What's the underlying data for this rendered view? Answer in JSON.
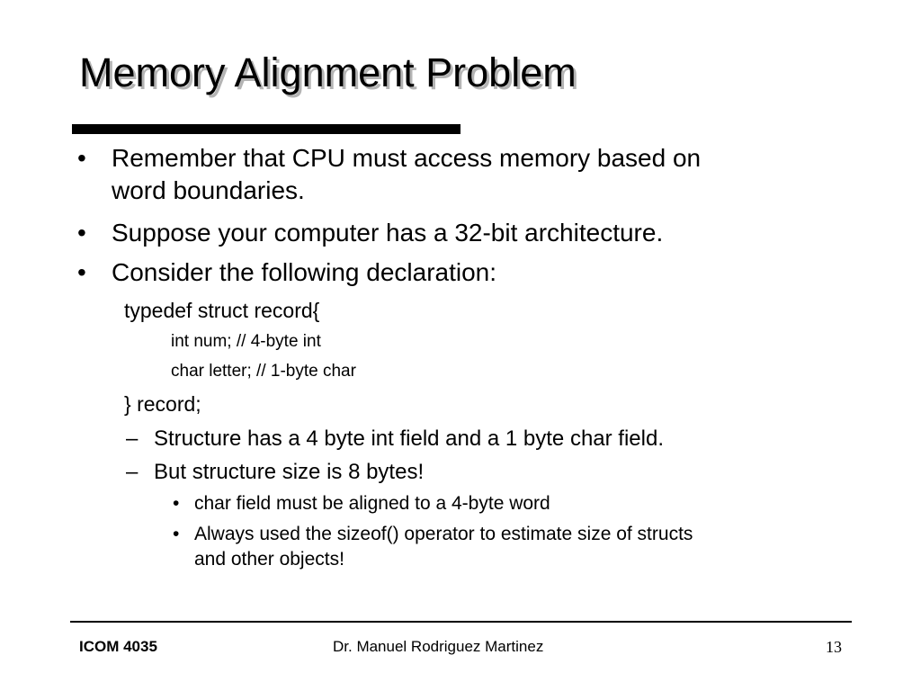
{
  "slide": {
    "title": "Memory Alignment Problem",
    "bullets": [
      {
        "symbol": "•",
        "lines": [
          "Remember that CPU must access memory based on",
          "word boundaries."
        ]
      },
      {
        "symbol": "•",
        "lines": [
          "Suppose your computer has a 32-bit architecture."
        ]
      },
      {
        "symbol": "•",
        "lines": [
          "Consider the following declaration:"
        ]
      }
    ],
    "code": {
      "open": "typedef struct record{",
      "fields": [
        "int num;  // 4-byte int",
        "char letter; // 1-byte char"
      ],
      "close": "} record;"
    },
    "sub_bullets": [
      {
        "symbol": "–",
        "text": "Structure has a 4 byte int field and a 1 byte char field."
      },
      {
        "symbol": "–",
        "text": "But structure size is 8 bytes!"
      }
    ],
    "sub_sub_bullets": [
      {
        "symbol": "•",
        "lines": [
          "char field must be aligned to a 4-byte word"
        ]
      },
      {
        "symbol": "•",
        "lines": [
          "Always used the sizeof() operator to estimate size of structs",
          "and other objects!"
        ]
      }
    ]
  },
  "footer": {
    "course": "ICOM 4035",
    "author": "Dr. Manuel Rodriguez Martinez",
    "page_number": "13"
  }
}
